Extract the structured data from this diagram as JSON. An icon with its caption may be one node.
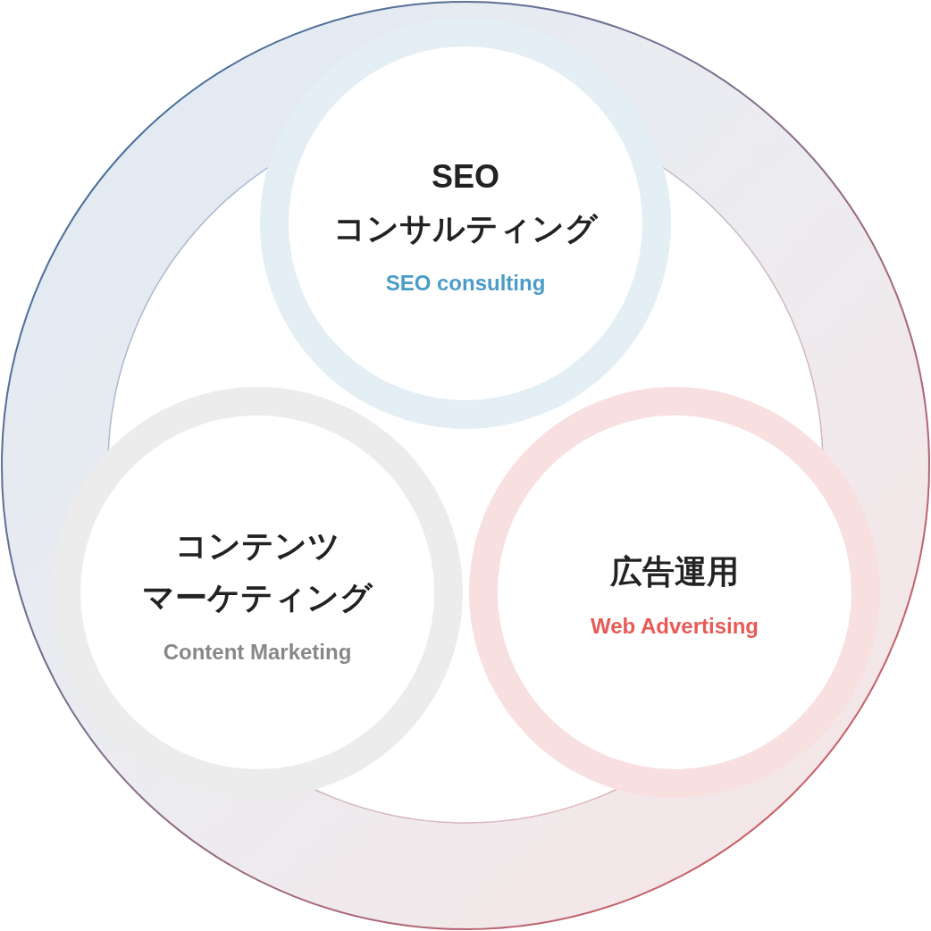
{
  "diagram": {
    "nodes": [
      {
        "text": [
          "SEO コンサルティング",
          "SEO consulting"
        ]
      },
      {
        "text": [
          "コンテンツマーケティング",
          "Content Marketing"
        ]
      },
      {
        "text": [
          "広告運用",
          "Web Advertising"
        ]
      }
    ]
  }
}
